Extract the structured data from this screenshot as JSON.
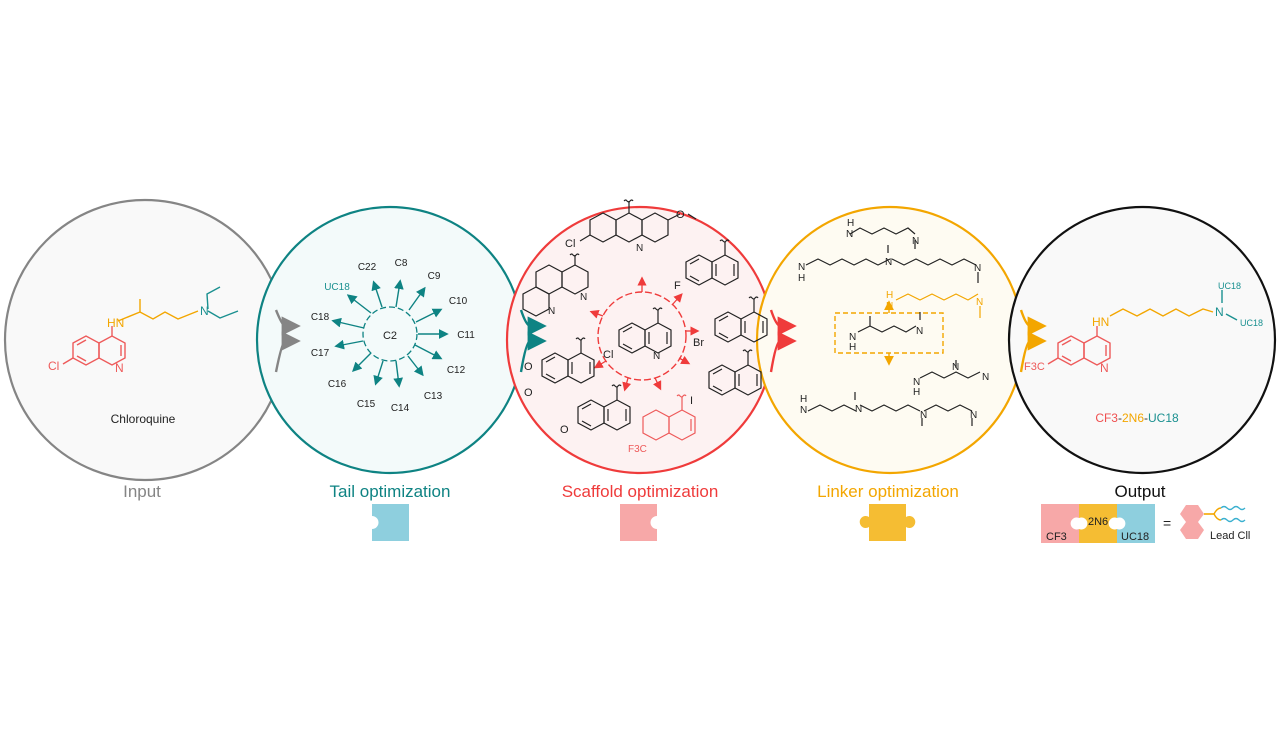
{
  "colors": {
    "input": "#858585",
    "tail": "#0e8383",
    "scaffold": "#ef3b3b",
    "linker": "#f3a600",
    "output": "#111111",
    "scaffold_atom": "#ee5a5a",
    "puzzle_tail": "#8ecfde",
    "puzzle_scaffold": "#f7a8a8",
    "puzzle_linker": "#f5bd33"
  },
  "stages": [
    {
      "id": "input",
      "title": "Input"
    },
    {
      "id": "tail",
      "title": "Tail optimization"
    },
    {
      "id": "scaffold",
      "title": "Scaffold optimization"
    },
    {
      "id": "linker",
      "title": "Linker optimization"
    },
    {
      "id": "output",
      "title": "Output"
    }
  ],
  "input": {
    "molecule_name": "Chloroquine",
    "atoms": {
      "cl": "Cl",
      "n_ring": "N",
      "hn": "HN",
      "n_tail": "N"
    }
  },
  "tail": {
    "center": "C2",
    "labels": [
      "C8",
      "C9",
      "C10",
      "C11",
      "C12",
      "C13",
      "C14",
      "C15",
      "C16",
      "C17",
      "C18",
      "UC18",
      "C22"
    ],
    "highlight": "UC18"
  },
  "scaffold": {
    "center_substituent": "Cl",
    "variants": [
      {
        "substituent": "Cl",
        "type": "methoxy-acridine"
      },
      {
        "substituent": "",
        "type": "phenanthroline"
      },
      {
        "substituent": "F",
        "type": "quinoline"
      },
      {
        "substituent": "Br",
        "type": "quinoline"
      },
      {
        "substituent": "I",
        "type": "quinoline"
      },
      {
        "substituent": "F3C",
        "type": "quinoline",
        "highlight": true
      },
      {
        "substituent": "OMe",
        "type": "quinoline"
      },
      {
        "substituent": "(OMe)2",
        "type": "quinoline"
      }
    ],
    "ring_n": "N"
  },
  "linker": {
    "atoms": {
      "h": "H",
      "n": "N",
      "nh": "NH"
    }
  },
  "output": {
    "compound_name_parts": [
      {
        "text": "CF3",
        "color": "#ef5050"
      },
      {
        "text": "-",
        "color": "#333333"
      },
      {
        "text": "2N6",
        "color": "#f3a600"
      },
      {
        "text": "-",
        "color": "#333333"
      },
      {
        "text": "UC18",
        "color": "#1a9090"
      }
    ],
    "atoms": {
      "f3c": "F3C",
      "hn": "HN",
      "n": "N",
      "uc18_top": "UC18",
      "uc18_right": "UC18",
      "n_ring": "N"
    },
    "legend": {
      "pieces": [
        "CF3",
        "2N6",
        "UC18"
      ],
      "equals": "=",
      "result_label": "Lead Cll"
    }
  }
}
